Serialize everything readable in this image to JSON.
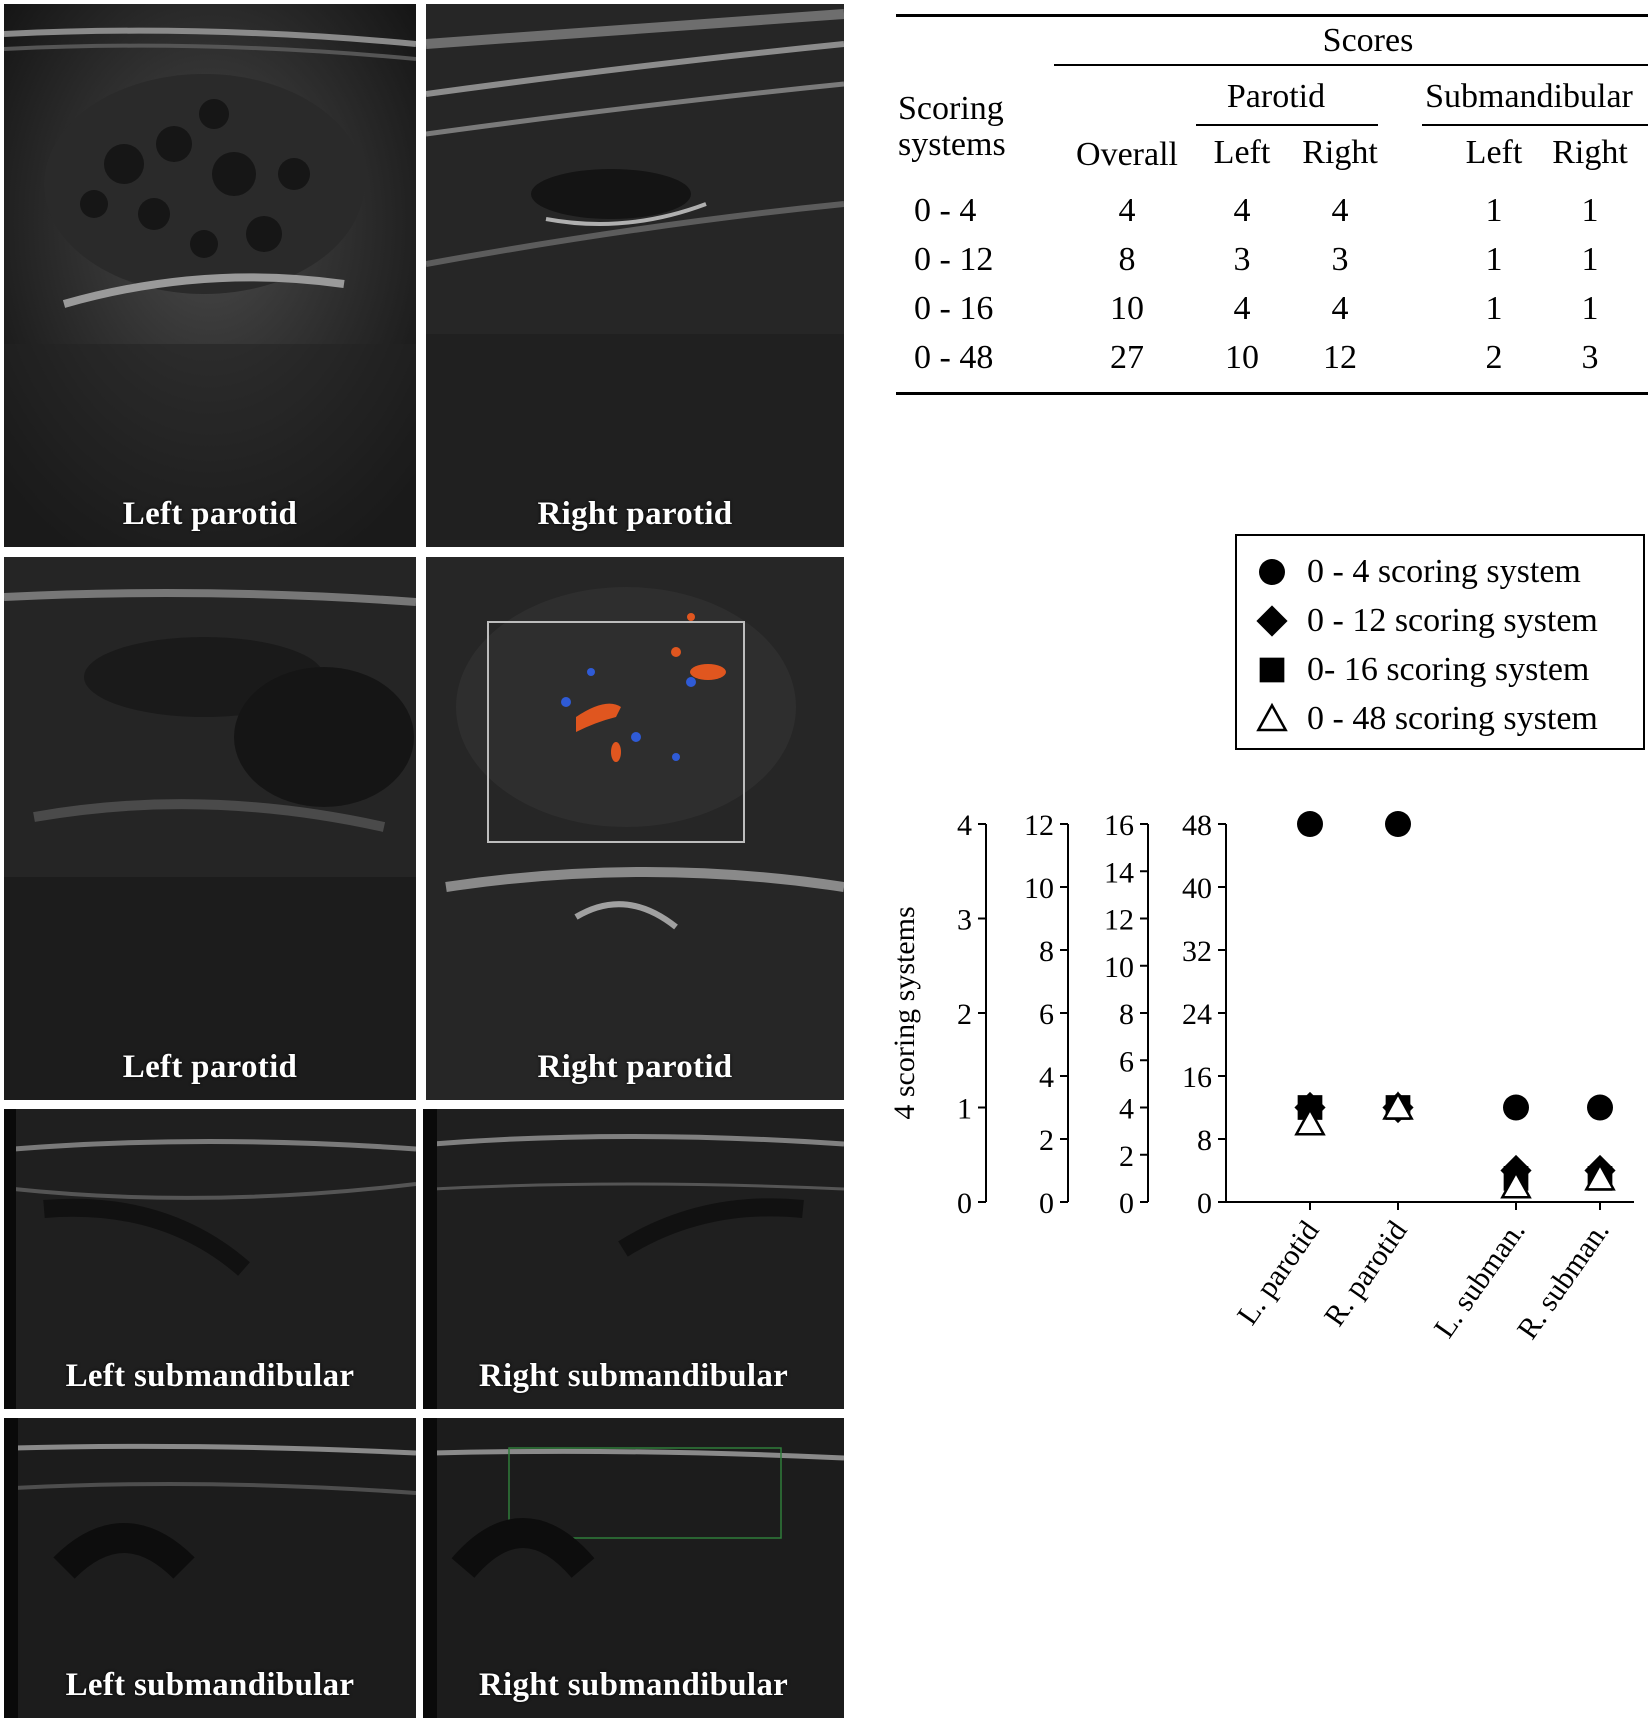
{
  "panels": {
    "left_parotid_1": "Left parotid",
    "right_parotid_1": "Right parotid",
    "left_parotid_2": "Left parotid",
    "right_parotid_2": "Right parotid",
    "left_sub_1": "Left submandibular",
    "right_sub_1": "Right submandibular",
    "left_sub_2": "Left submandibular",
    "right_sub_2": "Right submandibular"
  },
  "table": {
    "scores_header": "Scores",
    "scoring_col_line1": "Scoring",
    "scoring_col_line2": "systems",
    "overall": "Overall",
    "parotid": "Parotid",
    "submandibular": "Submandibular",
    "left": "Left",
    "right": "Right",
    "rows": [
      {
        "system": "0 - 4",
        "overall": "4",
        "p_left": "4",
        "p_right": "4",
        "s_left": "1",
        "s_right": "1"
      },
      {
        "system": "0 - 12",
        "overall": "8",
        "p_left": "3",
        "p_right": "3",
        "s_left": "1",
        "s_right": "1"
      },
      {
        "system": "0 - 16",
        "overall": "10",
        "p_left": "4",
        "p_right": "4",
        "s_left": "1",
        "s_right": "1"
      },
      {
        "system": "0 - 48",
        "overall": "27",
        "p_left": "10",
        "p_right": "12",
        "s_left": "2",
        "s_right": "3"
      }
    ]
  },
  "legend": [
    {
      "label": "0 - 4 scoring system",
      "marker": "circle"
    },
    {
      "label": "0 - 12 scoring system",
      "marker": "diamond"
    },
    {
      "label": "0- 16 scoring system",
      "marker": "square"
    },
    {
      "label": "0 - 48 scoring system",
      "marker": "triangle-open"
    }
  ],
  "chart_data": {
    "type": "scatter",
    "ylabel": "4 scoring systems",
    "categories": [
      "L. parotid",
      "R. parotid",
      "L. subman.",
      "R. subman."
    ],
    "axes": [
      {
        "ylim": [
          0,
          4
        ],
        "ticks": [
          "0",
          "1",
          "2",
          "3",
          "4"
        ]
      },
      {
        "ylim": [
          0,
          12
        ],
        "ticks": [
          "0",
          "2",
          "4",
          "6",
          "8",
          "10",
          "12"
        ]
      },
      {
        "ylim": [
          0,
          16
        ],
        "ticks": [
          "0",
          "2",
          "4",
          "6",
          "8",
          "10",
          "12",
          "14",
          "16"
        ]
      },
      {
        "ylim": [
          0,
          48
        ],
        "ticks": [
          "0",
          "8",
          "16",
          "24",
          "32",
          "40",
          "48"
        ]
      }
    ],
    "series": [
      {
        "name": "0 - 4 scoring system",
        "marker": "circle",
        "axis": 0,
        "values": [
          4,
          4,
          1,
          1
        ]
      },
      {
        "name": "0 - 12 scoring system",
        "marker": "diamond",
        "axis": 1,
        "values": [
          3,
          3,
          1,
          1
        ]
      },
      {
        "name": "0- 16 scoring system",
        "marker": "square",
        "axis": 2,
        "values": [
          4,
          4,
          1,
          1
        ]
      },
      {
        "name": "0 - 48 scoring system",
        "marker": "triangle-open",
        "axis": 3,
        "values": [
          10,
          12,
          2,
          3
        ]
      }
    ]
  }
}
